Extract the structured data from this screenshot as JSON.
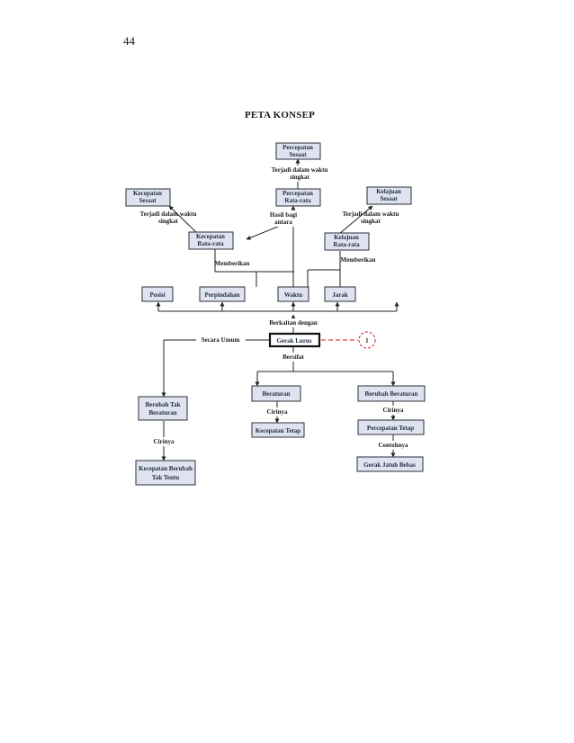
{
  "page": {
    "number": "44",
    "title": "PETA KONSEP"
  },
  "colors": {
    "box_fill": "#dfe3ef",
    "box_border": "#2b2f3a",
    "line": "#222222",
    "dashed": "#e04040"
  },
  "nodes": {
    "percepatan_sesaat": [
      "Percepatan",
      "Sesaat"
    ],
    "percepatan_ratarata": [
      "Percepatan",
      "Rata-rata"
    ],
    "kecepatan_sesaat": [
      "Kecepatan",
      "Sesaat"
    ],
    "kelajuan_sesaat": [
      "Kelajuan",
      "Sesaat"
    ],
    "kecepatan_ratarata": [
      "Kecepatan",
      "Rata-rata"
    ],
    "kelajuan_ratarata": [
      "Kelajuan",
      "Rata-rata"
    ],
    "posisi": "Posisi",
    "perpindahan": "Perpindahan",
    "waktu": "Waktu",
    "jarak": "Jarak",
    "gerak_lurus": "Gerak Lurus",
    "marker": "I",
    "berubah_tak_beraturan": [
      "Berubah Tak",
      "Beraturan"
    ],
    "beraturan": "Beraturan",
    "berubah_beraturan": "Berubah Beraturan",
    "kecepatan_tetap": "Kecepatan Tetap",
    "percepatan_tetap": "Percepatan Tetap",
    "gerak_jatuh_bebas": "Gerak Jatuh Bebas",
    "kecepatan_berubah_tak_tentu": [
      "Kecepatan Berubah",
      "Tak Tentu"
    ]
  },
  "links": {
    "terjadi_singkat_top": [
      "Terjadi dalam waktu",
      "singkat"
    ],
    "terjadi_singkat_left": [
      "Terjadi dalam waktu",
      "singkat"
    ],
    "terjadi_singkat_right": [
      "Terjadi dalam waktu",
      "singkat"
    ],
    "hasil_bagi": [
      "Hasil bagi",
      "antara"
    ],
    "memberikan_left": "Memberikan",
    "memberikan_right": "Memberikan",
    "berkaitan": "Berkaitan dengan",
    "secara_umum": "Secara Umum",
    "bersifat": "Bersifat",
    "cirinya_beraturan": "Cirinya",
    "cirinya_berubah": "Cirinya",
    "cirinya_tak": "Cirinya",
    "contohnya": "Contohnya"
  }
}
